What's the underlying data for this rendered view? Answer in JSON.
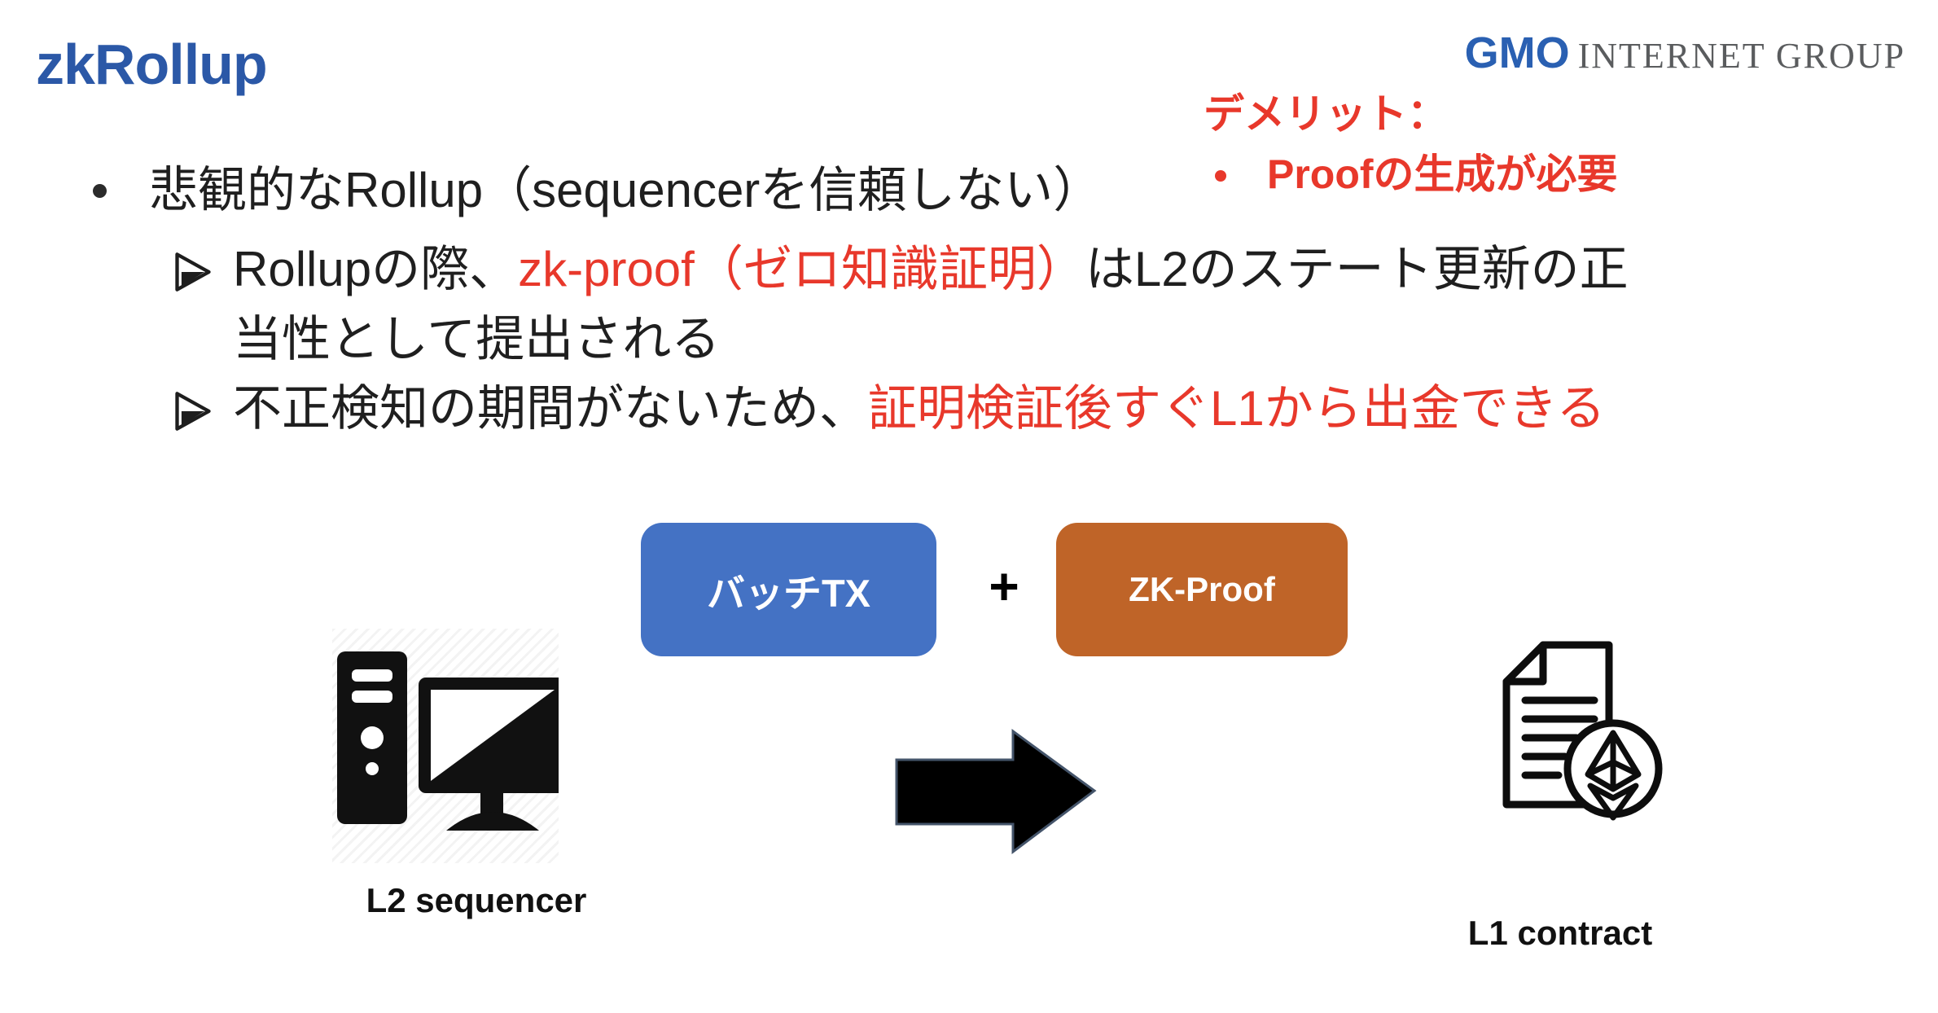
{
  "slide_title": "zkRollup",
  "logo": {
    "gmo": "GMO",
    "group": "INTERNET GROUP"
  },
  "demerit": {
    "heading": "デメリット：",
    "item": "Proofの生成が必要"
  },
  "bullets": {
    "main": "悲観的なRollup（sequencerを信頼しない）",
    "sub1": {
      "black1": "Rollupの際、",
      "red": "zk-proof（ゼロ知識証明）",
      "black2": "はL2のステート更新の正",
      "line2": "当性として提出される"
    },
    "sub2": {
      "black": "不正検知の期間がないため、",
      "red": "証明検証後すぐL1から出金できる"
    }
  },
  "diagram": {
    "batch_label": "バッチTX",
    "plus": "+",
    "zk_label": "ZK-Proof",
    "l2_label": "L2 sequencer",
    "l1_label": "L1 contract"
  },
  "colors": {
    "title_blue": "#2b58a7",
    "accent_red": "#e8382b",
    "batch_box_blue": "#4472c4",
    "zk_box_orange": "#bf6428",
    "arrow_outline": "#44546a"
  }
}
